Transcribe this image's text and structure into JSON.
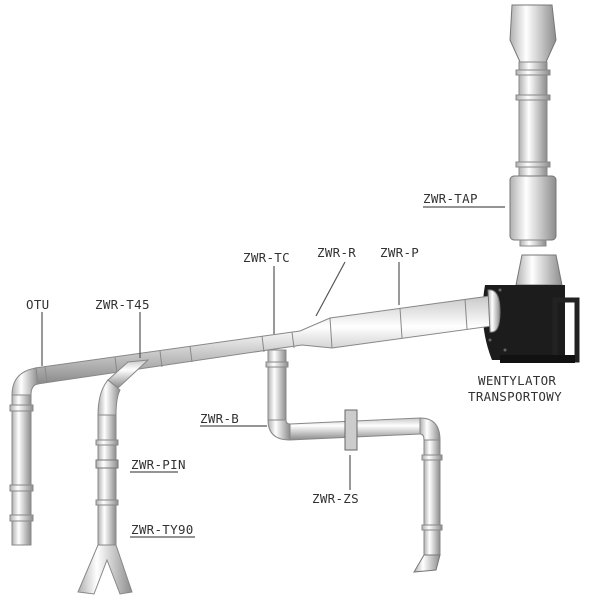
{
  "labels": {
    "tap": "ZWR-TAP",
    "tc": "ZWR-TC",
    "r": "ZWR-R",
    "p": "ZWR-P",
    "otu": "OTU",
    "t45": "ZWR-T45",
    "fan_line1": "WENTYLATOR",
    "fan_line2": "TRANSPORTOWY",
    "b": "ZWR-B",
    "pin": "ZWR-PIN",
    "zs": "ZWR-ZS",
    "ty90": "ZWR-TY90"
  },
  "colors": {
    "pipe_light": "#ffffff",
    "pipe_shade": "#9a9a9a",
    "fan": "#1c1c1c",
    "text": "#333333"
  }
}
